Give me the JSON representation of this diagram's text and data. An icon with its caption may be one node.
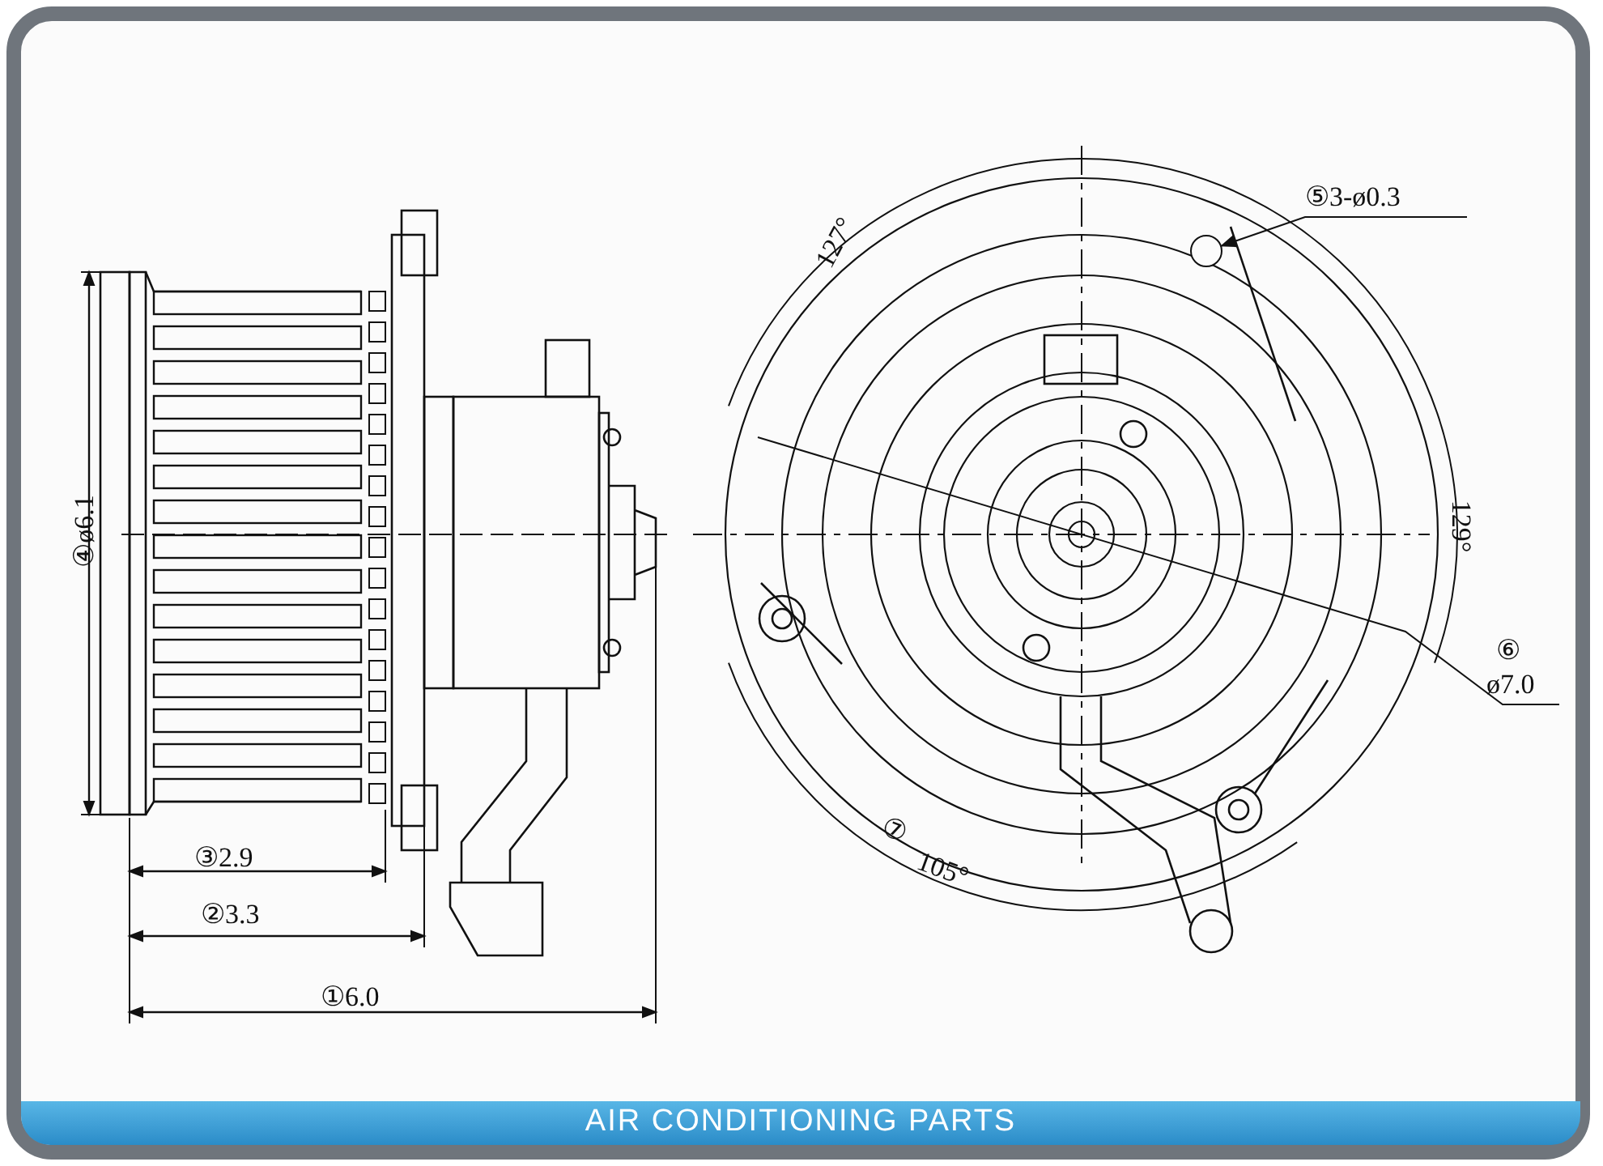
{
  "diagram": {
    "nodes": [
      {
        "text": [
          "⑤3-ø0.3"
        ]
      },
      {
        "text": [],
        "shape": "circle"
      }
    ],
    "edges": [
      {
        "from": 0,
        "to": 1,
        "arrow": "to"
      }
    ],
    "labels": [
      "127°",
      "④ø6.1",
      "129°",
      "⑥",
      "ø7.0",
      "③2.9",
      "⑦",
      "105°",
      "②3.3",
      "①6.0",
      "AIR CONDITIONING PARTS"
    ]
  }
}
